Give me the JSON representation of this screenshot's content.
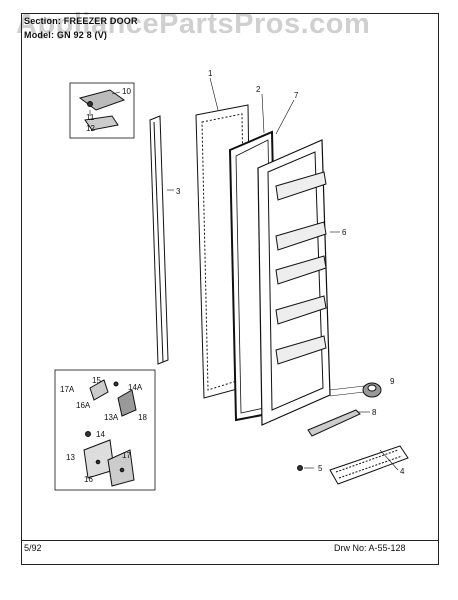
{
  "header": {
    "section_line": "Section: FREEZER DOOR",
    "model_line": "Model: GN 92 8 (V)"
  },
  "watermark": "AppliancePartsPros.com",
  "footer": {
    "date": "5/92",
    "drawing_number": "Drw No: A-55-128"
  },
  "callouts": {
    "c1": "1",
    "c2": "2",
    "c3": "3",
    "c4": "4",
    "c5": "5",
    "c6": "6",
    "c7": "7",
    "c8": "8",
    "c9": "9",
    "c10": "10",
    "c11": "11",
    "c12": "12",
    "c13": "13",
    "c13a": "13A",
    "c14": "14",
    "c14a": "14A",
    "c15": "15",
    "c16": "16",
    "c16a": "16A",
    "c17": "17",
    "c17a": "17A",
    "c18": "18"
  }
}
